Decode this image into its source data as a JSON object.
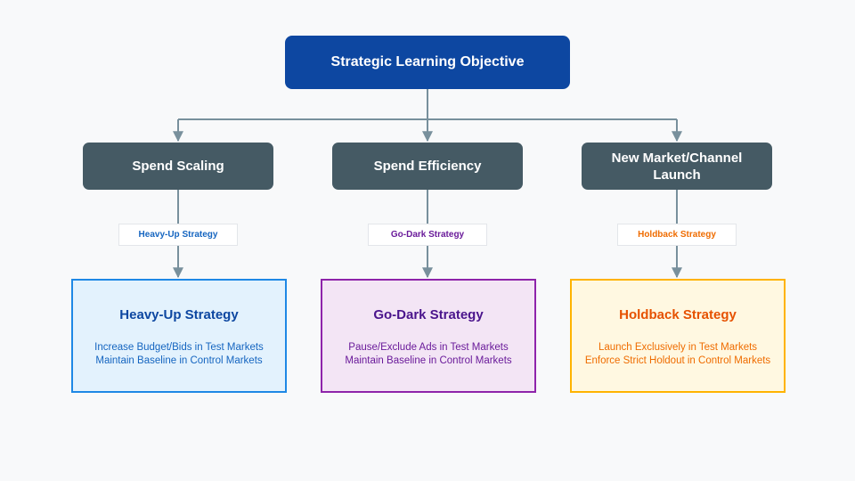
{
  "root": {
    "title": "Strategic Learning Objective"
  },
  "branches": [
    {
      "category": "Spend Scaling",
      "strategy_label": "Heavy-Up Strategy",
      "detail": {
        "title": "Heavy-Up Strategy",
        "lines": [
          "Increase Budget/Bids in Test Markets",
          "Maintain Baseline in Control Markets"
        ]
      }
    },
    {
      "category": "Spend Efficiency",
      "strategy_label": "Go-Dark Strategy",
      "detail": {
        "title": "Go-Dark Strategy",
        "lines": [
          "Pause/Exclude Ads in Test Markets",
          "Maintain Baseline in Control Markets"
        ]
      }
    },
    {
      "category": "New Market/Channel Launch",
      "strategy_label": "Holdback Strategy",
      "detail": {
        "title": "Holdback Strategy",
        "lines": [
          "Launch Exclusively in Test Markets",
          "Enforce Strict Holdout in Control Markets"
        ]
      }
    }
  ],
  "colors": {
    "root_fill": "#0d47a1",
    "category_fill": "#455a64",
    "connector": "#78909c",
    "branch_1": {
      "fill": "#e3f2fd",
      "border": "#1e88e5",
      "title": "#0d47a1",
      "text": "#1565c0"
    },
    "branch_2": {
      "fill": "#f3e5f5",
      "border": "#8e24aa",
      "title": "#4a148c",
      "text": "#6a1b9a"
    },
    "branch_3": {
      "fill": "#fff8e1",
      "border": "#ffb300",
      "title": "#e65100",
      "text": "#ef6c00"
    }
  }
}
